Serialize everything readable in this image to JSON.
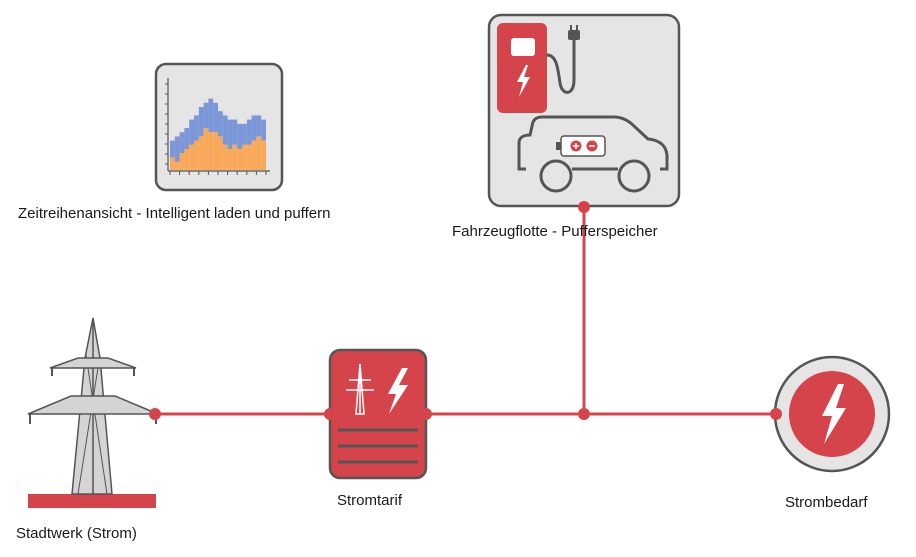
{
  "nodes": {
    "timeseries": {
      "label": "Zeitreihenansicht - Intelligent laden und puffern",
      "icon": "timeseries-chart-icon"
    },
    "fleet": {
      "label": "Fahrzeugflotte - Pufferspeicher",
      "icon": "ev-charging-car-icon"
    },
    "utility": {
      "label": "Stadtwerk (Strom)",
      "icon": "power-pylon-icon"
    },
    "tariff": {
      "label": "Stromtarif",
      "icon": "tariff-icon"
    },
    "demand": {
      "label": "Strombedarf",
      "icon": "lightning-icon"
    }
  },
  "colors": {
    "line": "#d6444b",
    "red": "#d6444b",
    "frame": "#555555",
    "box_fill": "#e5e5e5",
    "blue": "#7b97d8",
    "orange": "#f9a95a"
  },
  "mini_chart": {
    "total": [
      7,
      8,
      9,
      10,
      12,
      13,
      15,
      16,
      17,
      16,
      14,
      13,
      12,
      12,
      11,
      11,
      12,
      13,
      13,
      12
    ],
    "orange": [
      3,
      2,
      4,
      5,
      6,
      7,
      8,
      10,
      9,
      9,
      8,
      6,
      5,
      6,
      5,
      6,
      6,
      7,
      8,
      7
    ]
  }
}
